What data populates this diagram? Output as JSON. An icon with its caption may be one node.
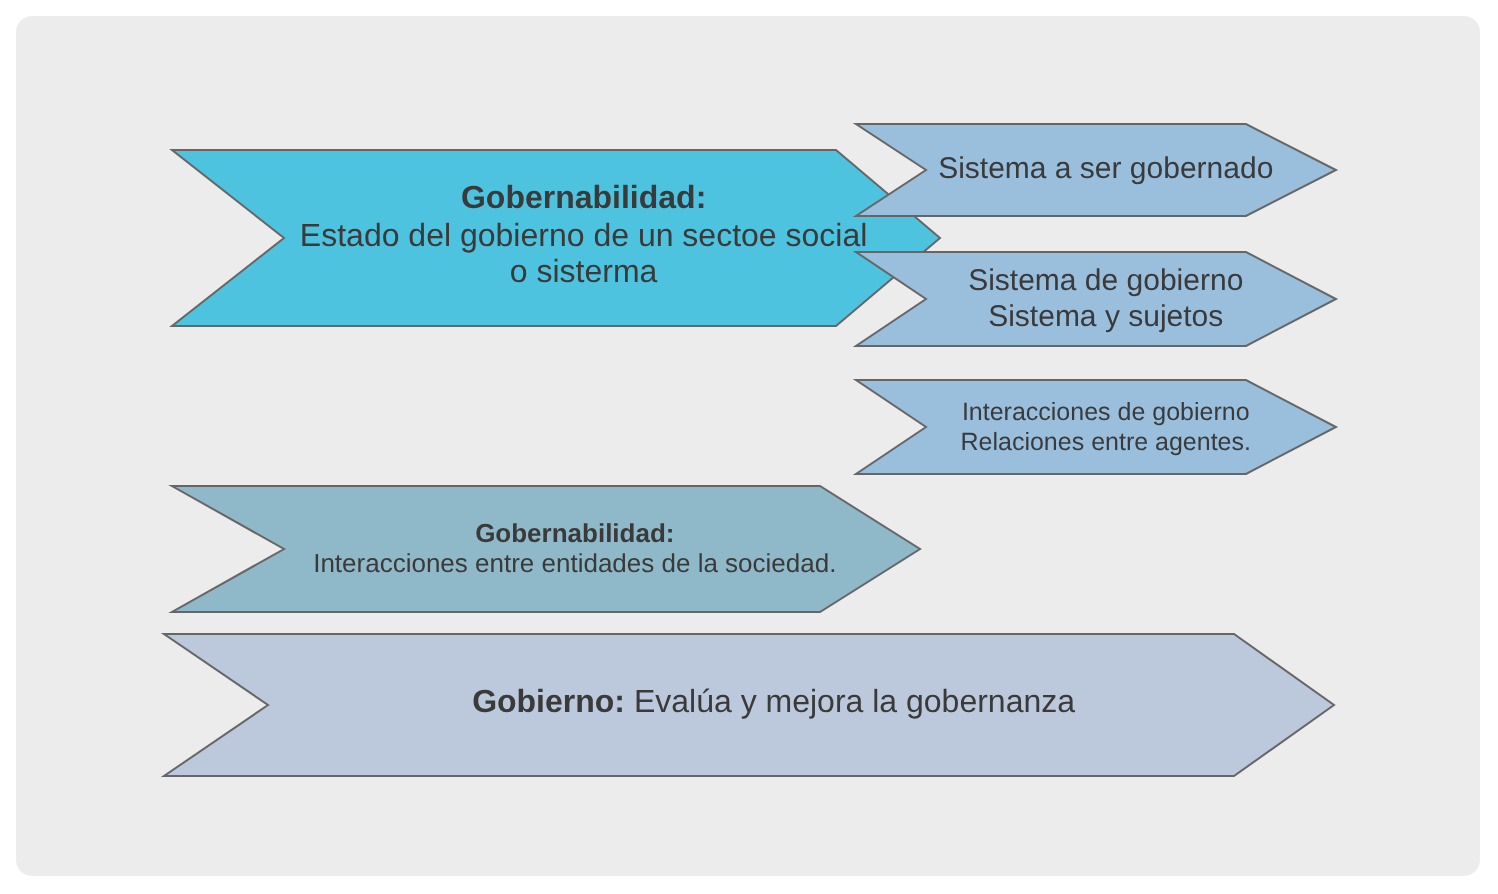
{
  "diagram": {
    "nodes": [
      {
        "text": [
          "Gobernabilidad:",
          "Estado del gobierno de un sectoe social o sisterma"
        ]
      },
      {
        "text": [
          "Sistema a ser gobernado"
        ]
      },
      {
        "text": [
          "Sistema de gobierno",
          "Sistema y sujetos"
        ]
      },
      {
        "text": [
          "Interacciones de gobierno",
          "Relaciones entre agentes."
        ]
      },
      {
        "text": [
          "Gobernabilidad:",
          "Interacciones entre entidades de la sociedad."
        ]
      },
      {
        "text": [
          "**Gobierno:** Evalúa y mejora la gobernanza"
        ]
      }
    ]
  }
}
